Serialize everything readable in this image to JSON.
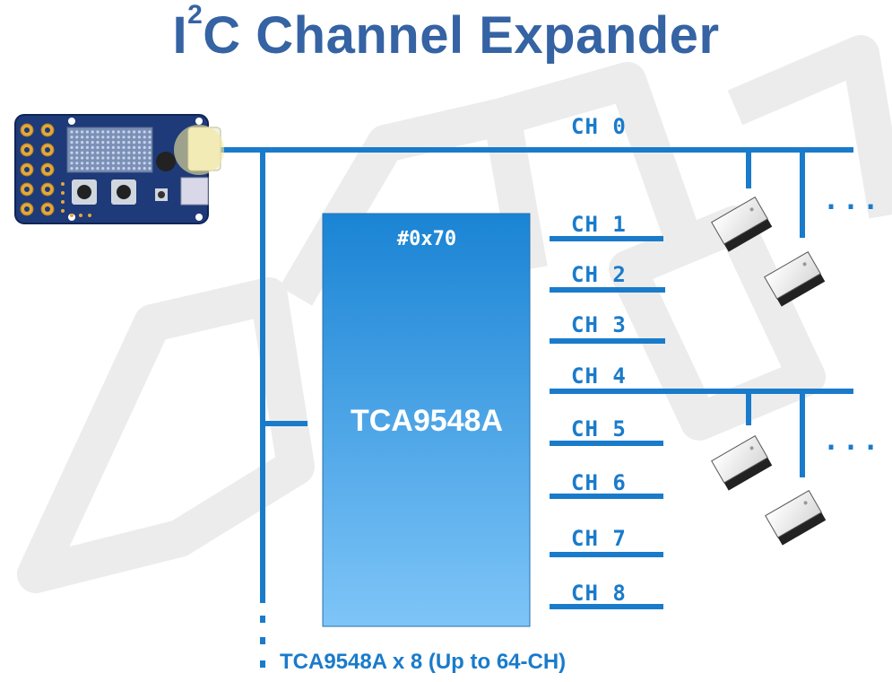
{
  "title": {
    "prefix": "I",
    "superscript": "2",
    "suffix": "C Channel Expander"
  },
  "chip": {
    "address": "#0x70",
    "name": "TCA9548A"
  },
  "channels": [
    "CH 0",
    "CH 1",
    "CH 2",
    "CH 3",
    "CH 4",
    "CH 5",
    "CH 6",
    "CH 7",
    "CH 8"
  ],
  "footnote": "TCA9548A x 8 (Up to 64-CH)",
  "ellipsis": "...",
  "colors": {
    "title": "#3563a3",
    "bus": "#1a7bcb",
    "chip_top": "#1a84d4",
    "chip_bottom": "#7ec5f8",
    "board": "#1e3a78"
  }
}
